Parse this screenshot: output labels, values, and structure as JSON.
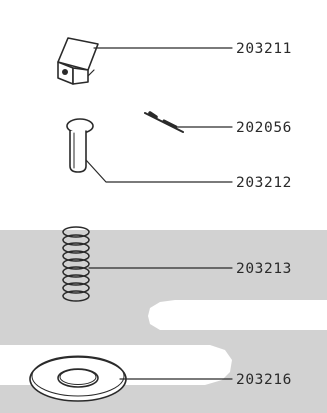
{
  "parts": [
    {
      "id": "block",
      "number": "203211"
    },
    {
      "id": "pin",
      "number": "202056"
    },
    {
      "id": "plunger",
      "number": "203212"
    },
    {
      "id": "spring",
      "number": "203213"
    },
    {
      "id": "washer",
      "number": "203216"
    }
  ],
  "colors": {
    "ink": "#2a2a2a",
    "watermark": "#cfcfcf"
  }
}
